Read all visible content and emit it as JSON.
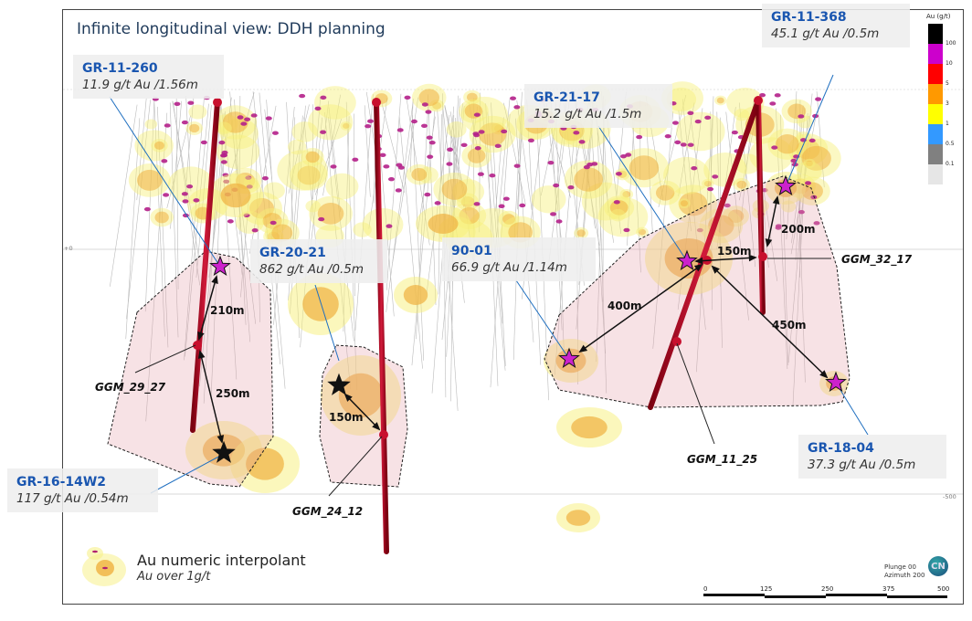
{
  "title": "Infinite longitudinal view: DDH planning",
  "colorbar": {
    "title": "Au (g/t)",
    "bins": [
      {
        "color": "#000000",
        "label": "100"
      },
      {
        "color": "#cc00cc",
        "label": "10"
      },
      {
        "color": "#ff0000",
        "label": "5"
      },
      {
        "color": "#ff9900",
        "label": "3"
      },
      {
        "color": "#ffff00",
        "label": "1"
      },
      {
        "color": "#3399ff",
        "label": "0.5"
      },
      {
        "color": "#808080",
        "label": "0.1"
      },
      {
        "color": "#e6e6e6",
        "label": ""
      }
    ]
  },
  "elevation_ticks": {
    "top": "+0",
    "bottom": "-500"
  },
  "callouts": [
    {
      "hole": "GR-11-260",
      "grade": "11.9 g/t Au /1.56m"
    },
    {
      "hole": "GR-21-17",
      "grade": "15.2 g/t Au /1.5m"
    },
    {
      "hole": "GR-11-368",
      "grade": "45.1 g/t Au /0.5m"
    },
    {
      "hole": "GR-20-21",
      "grade": "862 g/t Au /0.5m"
    },
    {
      "hole": "90-01",
      "grade": "66.9 g/t Au /1.14m"
    },
    {
      "hole": "GR-16-14W2",
      "grade": "117 g/t Au /0.54m"
    },
    {
      "hole": "GR-18-04",
      "grade": "37.3 g/t Au /0.5m"
    }
  ],
  "planned_holes": [
    "GGM_29_27",
    "GGM_24_12",
    "GGM_11_25",
    "GGM_32_17"
  ],
  "distances": [
    "210m",
    "250m",
    "150m",
    "400m",
    "150m",
    "200m",
    "450m"
  ],
  "legend": {
    "title": "Au numeric interpolant",
    "subtitle": "Au over 1g/t"
  },
  "orientation": {
    "plunge": "Plunge 00",
    "azimuth": "Azimuth 200"
  },
  "compass_label": "CN",
  "scale_bar": {
    "ticks": [
      "0",
      "125",
      "250",
      "375",
      "500"
    ]
  }
}
